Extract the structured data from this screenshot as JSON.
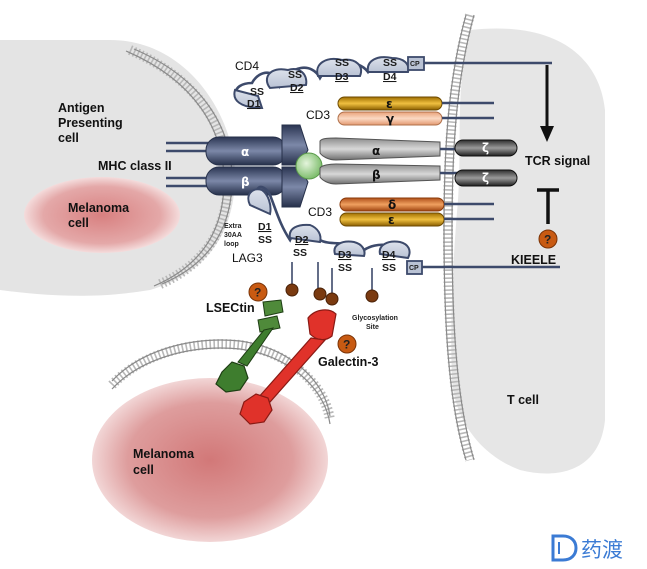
{
  "cells": {
    "apc": "Antigen Presenting cell",
    "melanoma_top": "Melanoma cell",
    "melanoma_bottom": "Melanoma cell",
    "tcell": "T cell"
  },
  "labels": {
    "cd4": "CD4",
    "cd3_top": "CD3",
    "cd3_bottom": "CD3",
    "mhc": "MHC class II",
    "tcr_signal": "TCR signal",
    "lag3": "LAG3",
    "kieele": "KIEELE",
    "lsectin": "LSECtin",
    "galectin": "Galectin-3",
    "extra_loop": "Extra 30AA loop",
    "glyco": "Glycosylation Site"
  },
  "domains": {
    "cd4": [
      "D1",
      "D2",
      "D3",
      "D4"
    ],
    "lag3": [
      "D1",
      "D2",
      "D3",
      "D4"
    ],
    "ss": "SS",
    "cp": "CP"
  },
  "chains": {
    "mhc_alpha": "α",
    "mhc_beta": "β",
    "tcr_alpha": "α",
    "tcr_beta": "β",
    "cd3_eps_top": "ε",
    "cd3_gamma": "γ",
    "cd3_delta": "δ",
    "cd3_eps_bottom": "ε",
    "zeta_top": "ζ",
    "zeta_bottom": "ζ"
  },
  "unknown_mark": "?",
  "watermark": "药渡",
  "colors": {
    "navy": "#3d4a6b",
    "melanoma": "#d98080",
    "green": "#3e7d2e",
    "red": "#e0322a",
    "cd3_yellow": "#c8900a",
    "cd3_orange": "#d96a22",
    "gamma_pink": "#f2b48f",
    "question": "#c85a12",
    "brown": "#7a3a10"
  }
}
